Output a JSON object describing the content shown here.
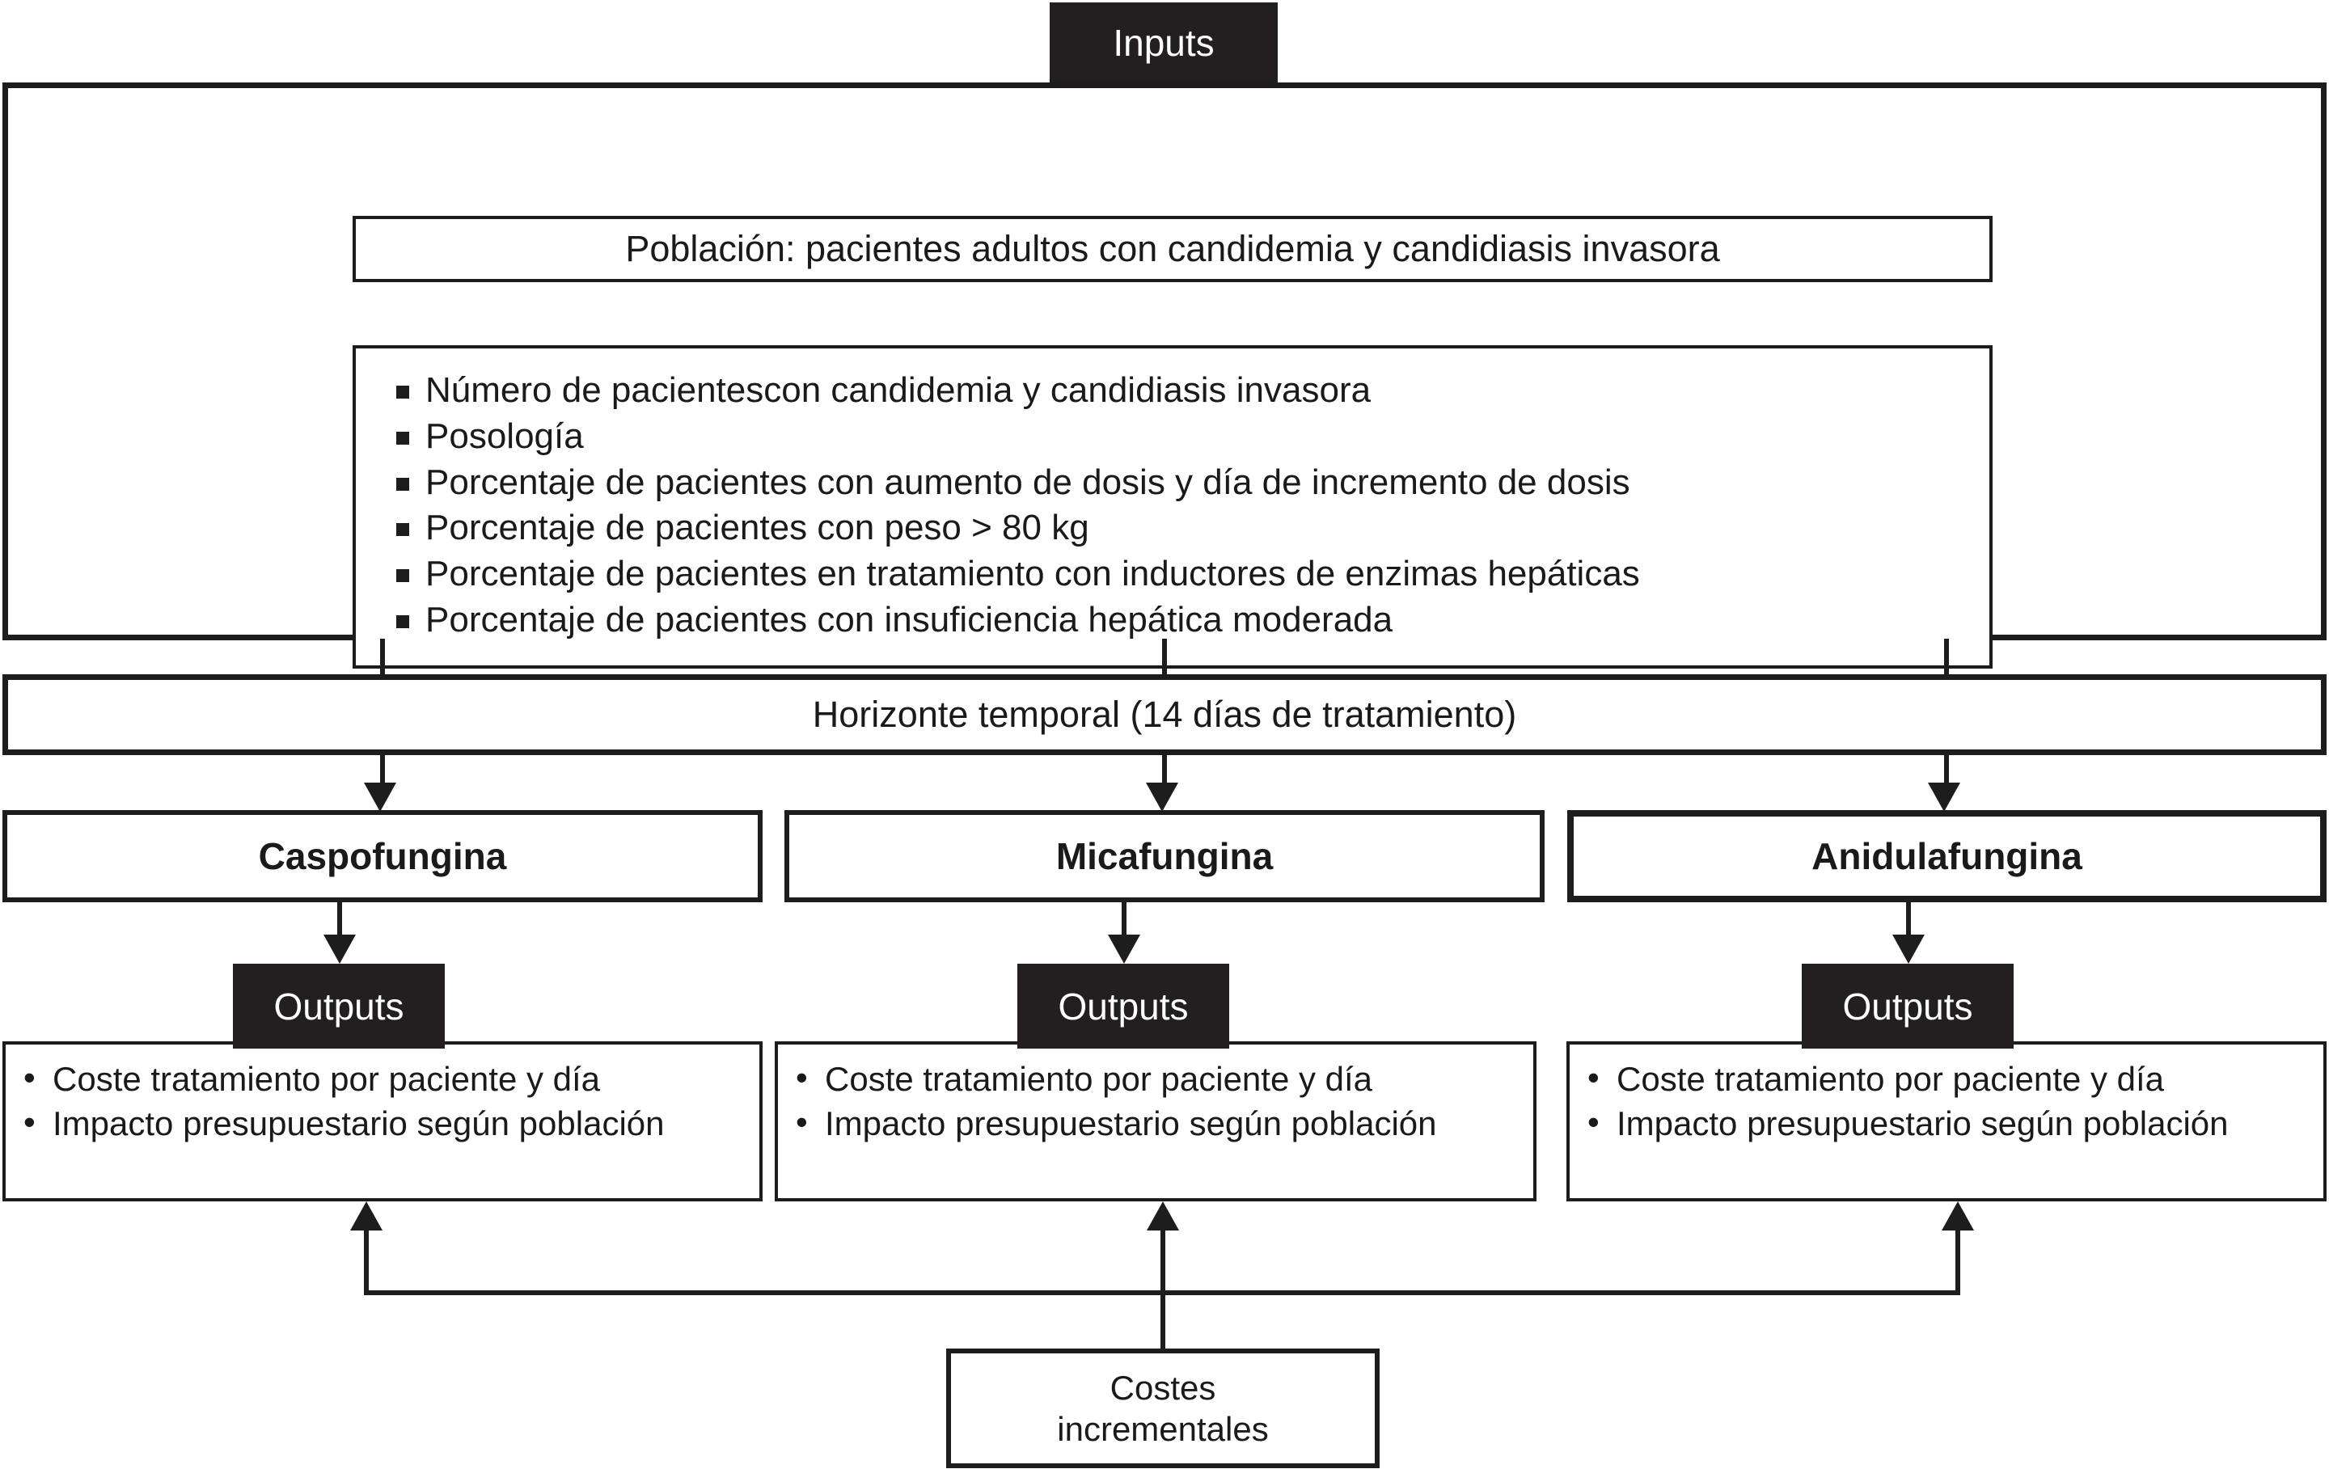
{
  "diagram": {
    "inputs_banner": "Inputs",
    "population": "Población: pacientes adultos con candidemia y candidiasis invasora",
    "input_items": [
      "Número de pacientescon candidemia y candidiasis invasora",
      "Posología",
      "Porcentaje de pacientes con aumento de dosis y día de incremento de dosis",
      "Porcentaje de pacientes con peso > 80 kg",
      "Porcentaje de pacientes en tratamiento con inductores de enzimas hepáticas",
      "Porcentaje de pacientes con insuficiencia hepática moderada"
    ],
    "horizon": "Horizonte temporal (14 días de tratamiento)",
    "drugs": [
      {
        "name": "Caspofungina"
      },
      {
        "name": "Micafungina"
      },
      {
        "name": "Anidulafungina"
      }
    ],
    "outputs_banner": "Outputs",
    "output_items": [
      "Coste tratamiento por paciente y día",
      "Impacto presupuestario según población"
    ],
    "costs": {
      "line1": "Costes",
      "line2": "incrementales"
    },
    "colors": {
      "banner_background": "#231f20",
      "banner_text": "#ffffff",
      "line": "#1d1d1d",
      "page_background": "#ffffff"
    }
  }
}
